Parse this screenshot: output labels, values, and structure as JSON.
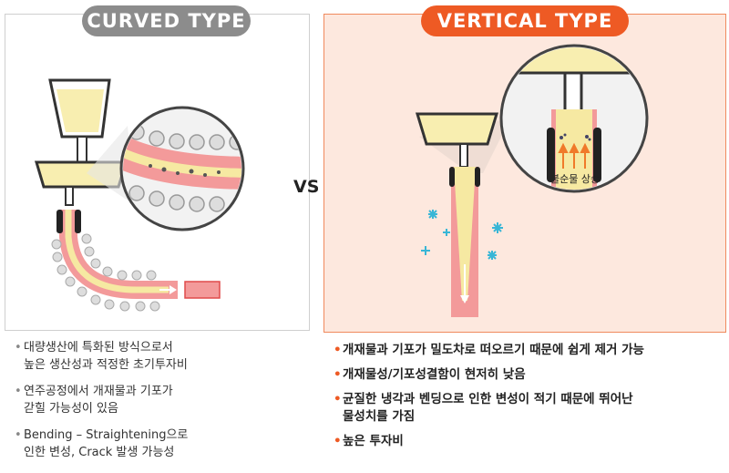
{
  "left": {
    "title": "CURVED TYPE",
    "notes": [
      "대량생산에 특화된 방식으로서\n높은 생산성과 적정한 초기투자비",
      "연주공정에서 개재물과 기포가\n갇힐 가능성이 있음",
      "Bending – Straightening으로\n인한 변성, Crack 발생 가능성"
    ]
  },
  "vs": "VS",
  "right": {
    "title": "VERTICAL TYPE",
    "rise_label": "불순물 상승",
    "notes": [
      "개재물과 기포가 밀도차로 떠오르기 때문에 쉽게 제거 가능",
      "개재물성/기포성결함이 현저히 낮음",
      "균질한 냉각과 벤딩으로 인한 변성이 적기 때문에 뛰어난\n물성치를 가짐",
      "높은 투자비"
    ]
  },
  "colors": {
    "accent": "#ee5a24",
    "gray": "#8c8c8c",
    "panel_bg": "#fde8de"
  }
}
